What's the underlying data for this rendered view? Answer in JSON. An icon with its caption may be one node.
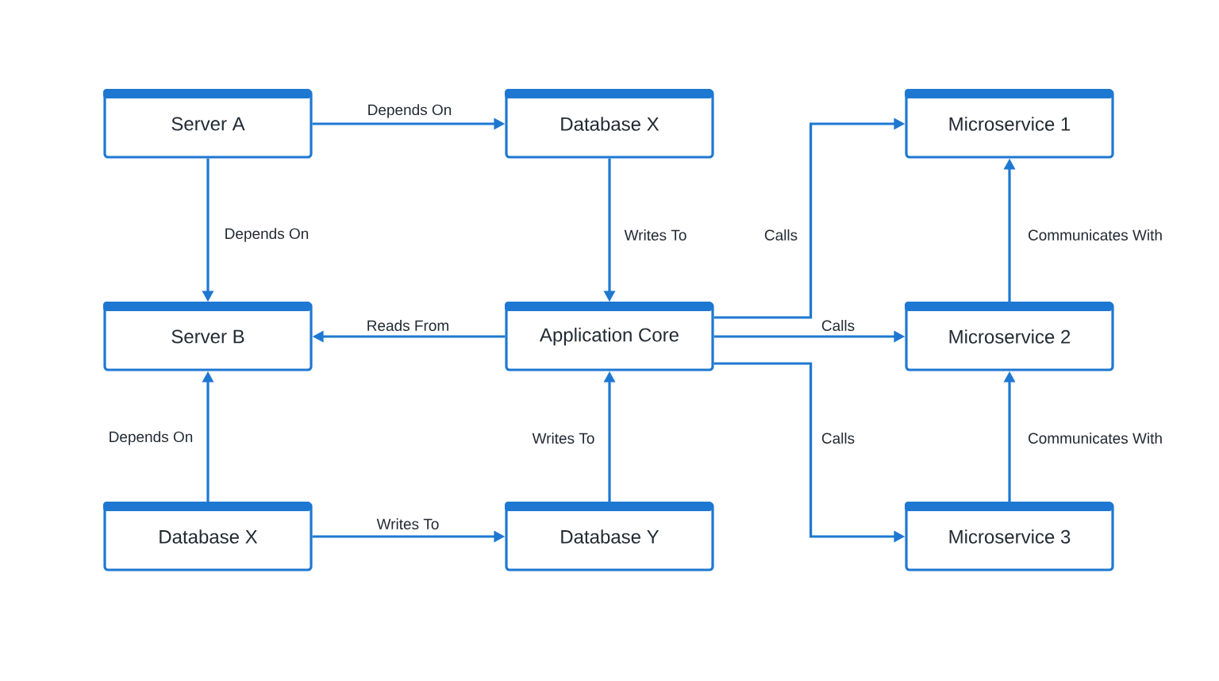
{
  "diagram": {
    "nodes": [
      {
        "text": [
          "Server A"
        ]
      },
      {
        "text": [
          "Database X"
        ]
      },
      {
        "text": [
          "Microservice 1"
        ]
      },
      {
        "text": [
          "Server B"
        ]
      },
      {
        "text": [
          "Application Core"
        ]
      },
      {
        "text": [
          "Microservice 2"
        ]
      },
      {
        "text": [
          "Database X"
        ]
      },
      {
        "text": [
          "Database Y"
        ]
      },
      {
        "text": [
          "Microservice 3"
        ]
      }
    ],
    "edges": [
      {
        "from": 0,
        "to": 1,
        "arrow": "to",
        "label": "Depends On"
      },
      {
        "from": 0,
        "to": 3,
        "arrow": "to",
        "label": "Depends On"
      },
      {
        "from": 1,
        "to": 4,
        "arrow": "to",
        "label": "Writes To"
      },
      {
        "from": 4,
        "to": 2,
        "arrow": "to",
        "label": "Calls"
      },
      {
        "from": 5,
        "to": 2,
        "arrow": "to",
        "label": "Communicates With"
      },
      {
        "from": 4,
        "to": 3,
        "arrow": "to",
        "label": "Reads From"
      },
      {
        "from": 4,
        "to": 5,
        "arrow": "to",
        "label": "Calls"
      },
      {
        "from": 4,
        "to": 8,
        "arrow": "to",
        "label": "Calls"
      },
      {
        "from": 8,
        "to": 5,
        "arrow": "to",
        "label": "Communicates With"
      },
      {
        "from": 6,
        "to": 3,
        "arrow": "to",
        "label": "Depends On"
      },
      {
        "from": 6,
        "to": 7,
        "arrow": "to",
        "label": "Writes To"
      },
      {
        "from": 7,
        "to": 4,
        "arrow": "to",
        "label": "Writes To"
      }
    ]
  }
}
